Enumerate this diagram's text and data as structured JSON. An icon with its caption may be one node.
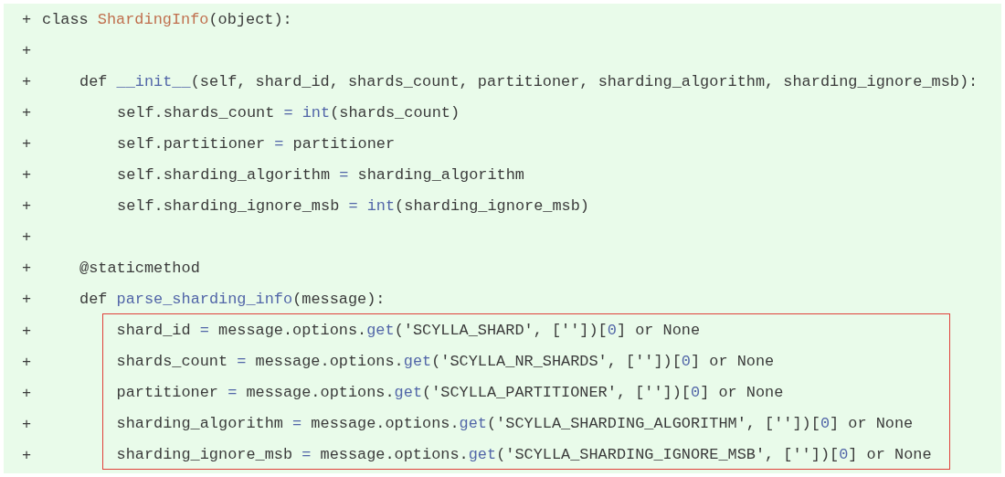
{
  "diagram": {
    "nodes": [
      {
        "text": [
          "shard_id = message.options.get('SCYLLA_SHARD', [''])[0] or None",
          "shards_count = message.options.get('SCYLLA_NR_SHARDS', [''])[0] or None",
          "partitioner = message.options.get('SCYLLA_PARTITIONER', [''])[0] or None",
          "sharding_algorithm = message.options.get('SCYLLA_SHARDING_ALGORITHM', [''])[0] or None",
          "sharding_ignore_msb = message.options.get('SCYLLA_SHARDING_IGNORE_MSB', [''])[0] or None"
        ]
      }
    ],
    "edges": [],
    "labels": [
      "+",
      "class ShardingInfo(object):",
      "+",
      "+",
      "def __init__(self, shard_id, shards_count, partitioner, sharding_algorithm, sharding_ignore_msb):",
      "+",
      "self.shards_count = int(shards_count)",
      "+",
      "self.partitioner = partitioner",
      "+",
      "self.sharding_algorithm = sharding_algorithm",
      "+",
      "self.sharding_ignore_msb = int(sharding_ignore_msb)",
      "+",
      "+",
      "@staticmethod",
      "+",
      "def parse_sharding_info(message):",
      "+",
      "+",
      "+",
      "+",
      "+"
    ]
  }
}
